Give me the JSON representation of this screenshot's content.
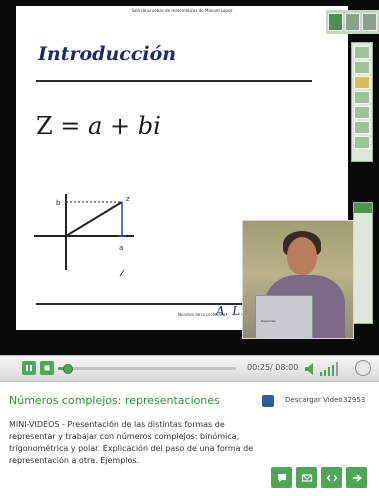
{
  "slide": {
    "header": "Sala de pruebas de matemáticas de Manuel Lopez",
    "title": "Introducción",
    "formula_lhs": "Z = ",
    "formula_a": "a",
    "formula_plus": " + ",
    "formula_bi": "bi",
    "axis_b": "b",
    "axis_a": "a",
    "axis_z": "z",
    "footer_text": "Nombre de la profesora",
    "signature": "A. L. de"
  },
  "presenter": {
    "laptop_label": "Raparolas"
  },
  "player": {
    "time_display": "00:25/ 08:00",
    "progress_fraction": 0.052,
    "volume_level": 4,
    "volume_max": 5
  },
  "info": {
    "title": "Números complejos: representaciones",
    "description": "MINI-VIDEOS - Presentación de las distintas formas de representar y trabajar con números complejos: binómica, trigonométrica y polar. Explicación del paso de una forma de representación a otra. Ejemplos.",
    "download_label": "Descargar Video",
    "count": "32953"
  },
  "colors": {
    "accent": "#4fa656",
    "title_green": "#2f8f3a",
    "slide_title": "#1e2a6e"
  }
}
